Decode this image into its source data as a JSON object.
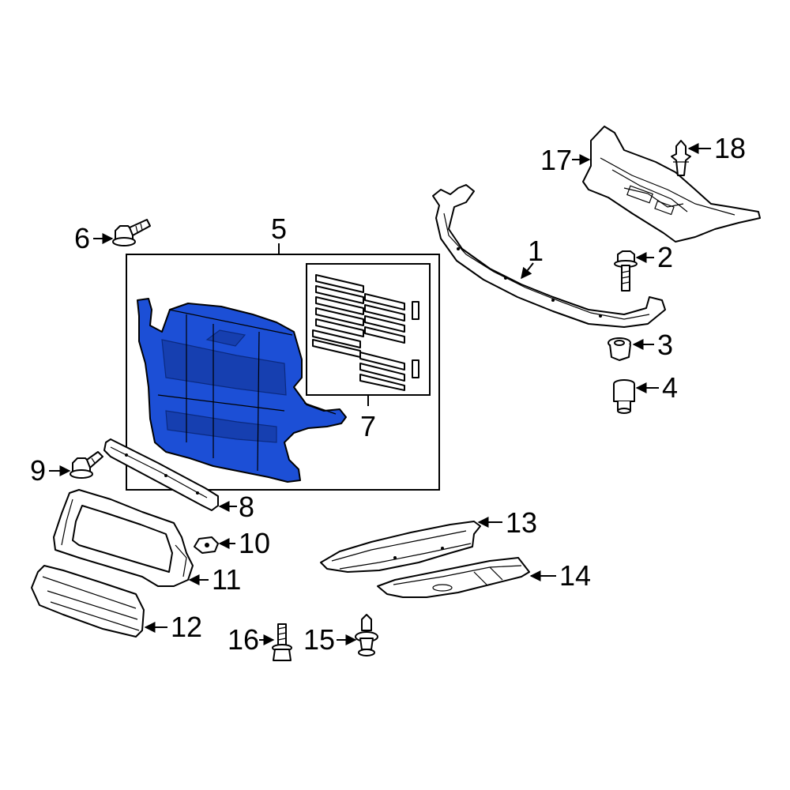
{
  "diagram": {
    "highlight_color": "#1c4fd6",
    "highlighted_part": "5",
    "callouts": [
      {
        "id": "c1",
        "label": "1"
      },
      {
        "id": "c2",
        "label": "2"
      },
      {
        "id": "c3",
        "label": "3"
      },
      {
        "id": "c4",
        "label": "4"
      },
      {
        "id": "c5",
        "label": "5"
      },
      {
        "id": "c6",
        "label": "6"
      },
      {
        "id": "c7",
        "label": "7"
      },
      {
        "id": "c8",
        "label": "8"
      },
      {
        "id": "c9",
        "label": "9"
      },
      {
        "id": "c10",
        "label": "10"
      },
      {
        "id": "c11",
        "label": "11"
      },
      {
        "id": "c12",
        "label": "12"
      },
      {
        "id": "c13",
        "label": "13"
      },
      {
        "id": "c14",
        "label": "14"
      },
      {
        "id": "c15",
        "label": "15"
      },
      {
        "id": "c16",
        "label": "16"
      },
      {
        "id": "c17",
        "label": "17"
      },
      {
        "id": "c18",
        "label": "18"
      }
    ]
  }
}
